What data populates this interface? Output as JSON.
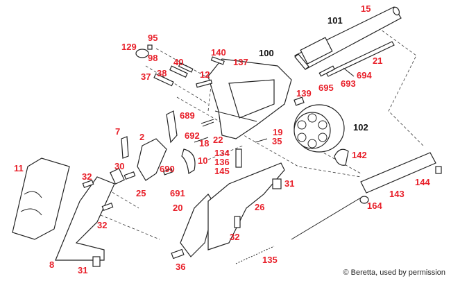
{
  "labels": [
    {
      "id": "p15",
      "text": "15",
      "color": "red"
    },
    {
      "id": "p101",
      "text": "101",
      "color": "black"
    },
    {
      "id": "p95",
      "text": "95",
      "color": "red"
    },
    {
      "id": "p129",
      "text": "129",
      "color": "red"
    },
    {
      "id": "p98",
      "text": "98",
      "color": "red"
    },
    {
      "id": "p140",
      "text": "140",
      "color": "red"
    },
    {
      "id": "p100",
      "text": "100",
      "color": "black"
    },
    {
      "id": "p137",
      "text": "137",
      "color": "red"
    },
    {
      "id": "p21",
      "text": "21",
      "color": "red"
    },
    {
      "id": "p40",
      "text": "40",
      "color": "red"
    },
    {
      "id": "p38",
      "text": "38",
      "color": "red"
    },
    {
      "id": "p12",
      "text": "12",
      "color": "red"
    },
    {
      "id": "p37",
      "text": "37",
      "color": "red"
    },
    {
      "id": "p694",
      "text": "694",
      "color": "red"
    },
    {
      "id": "p695",
      "text": "695",
      "color": "red"
    },
    {
      "id": "p693",
      "text": "693",
      "color": "red"
    },
    {
      "id": "p139",
      "text": "139",
      "color": "red"
    },
    {
      "id": "p689",
      "text": "689",
      "color": "red"
    },
    {
      "id": "p102",
      "text": "102",
      "color": "black"
    },
    {
      "id": "p7",
      "text": "7",
      "color": "red"
    },
    {
      "id": "p2",
      "text": "2",
      "color": "red"
    },
    {
      "id": "p692",
      "text": "692",
      "color": "red"
    },
    {
      "id": "p18",
      "text": "18",
      "color": "red"
    },
    {
      "id": "p22",
      "text": "22",
      "color": "red"
    },
    {
      "id": "p19",
      "text": "19",
      "color": "red"
    },
    {
      "id": "p35",
      "text": "35",
      "color": "red"
    },
    {
      "id": "p134",
      "text": "134",
      "color": "red"
    },
    {
      "id": "p136",
      "text": "136",
      "color": "red"
    },
    {
      "id": "p145",
      "text": "145",
      "color": "red"
    },
    {
      "id": "p10",
      "text": "10",
      "color": "red"
    },
    {
      "id": "p142",
      "text": "142",
      "color": "red"
    },
    {
      "id": "p11",
      "text": "11",
      "color": "red"
    },
    {
      "id": "p30",
      "text": "30",
      "color": "red"
    },
    {
      "id": "p690",
      "text": "690",
      "color": "red"
    },
    {
      "id": "p32a",
      "text": "32",
      "color": "red"
    },
    {
      "id": "p25",
      "text": "25",
      "color": "red"
    },
    {
      "id": "p691",
      "text": "691",
      "color": "red"
    },
    {
      "id": "p31a",
      "text": "31",
      "color": "red"
    },
    {
      "id": "p144",
      "text": "144",
      "color": "red"
    },
    {
      "id": "p143",
      "text": "143",
      "color": "red"
    },
    {
      "id": "p20",
      "text": "20",
      "color": "red"
    },
    {
      "id": "p26",
      "text": "26",
      "color": "red"
    },
    {
      "id": "p164",
      "text": "164",
      "color": "red"
    },
    {
      "id": "p32b",
      "text": "32",
      "color": "red"
    },
    {
      "id": "p32c",
      "text": "32",
      "color": "red"
    },
    {
      "id": "p8",
      "text": "8",
      "color": "red"
    },
    {
      "id": "p31b",
      "text": "31",
      "color": "red"
    },
    {
      "id": "p36",
      "text": "36",
      "color": "red"
    },
    {
      "id": "p135",
      "text": "135",
      "color": "red"
    }
  ],
  "credit": "© Beretta, used by permission",
  "colors": {
    "label_red": "#e8202a",
    "label_black": "#111111",
    "line": "#222222"
  }
}
